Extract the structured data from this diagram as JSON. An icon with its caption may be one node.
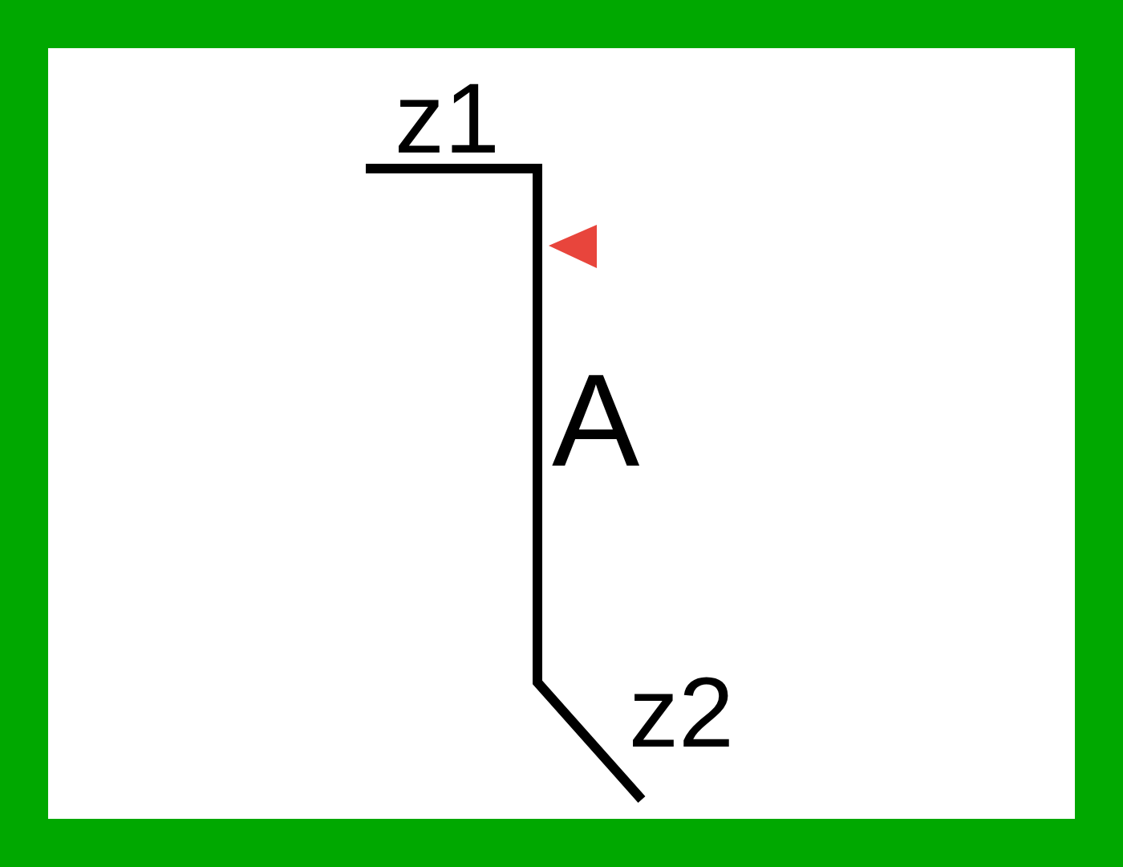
{
  "diagram": {
    "labels": [
      "z1",
      "A",
      "z2"
    ]
  }
}
